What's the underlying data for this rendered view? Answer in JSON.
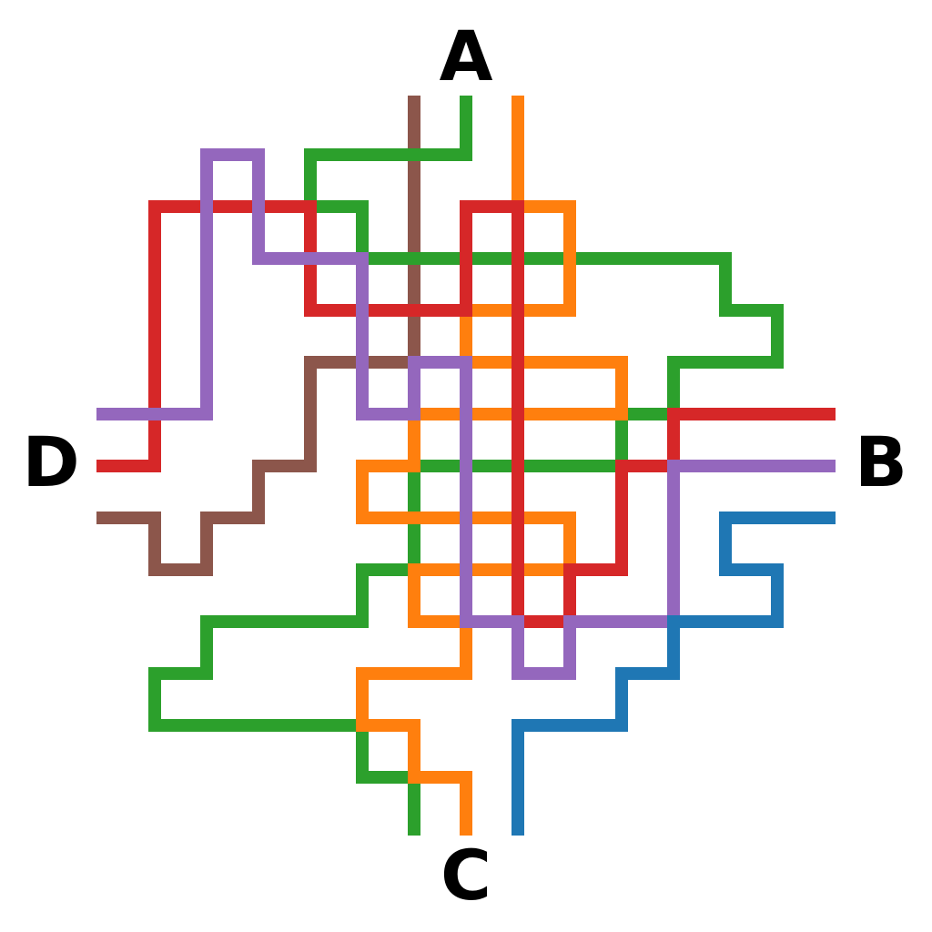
{
  "terminals": {
    "top": "A",
    "right": "B",
    "bottom": "C",
    "left": "D"
  },
  "routes": [
    {
      "name": "green-route",
      "color": "#2ca02c"
    },
    {
      "name": "orange-route",
      "color": "#ff7f0e"
    },
    {
      "name": "red-route",
      "color": "#d62728"
    },
    {
      "name": "purple-route",
      "color": "#9467bd"
    },
    {
      "name": "brown-route",
      "color": "#8c564b"
    },
    {
      "name": "blue-route",
      "color": "#1f77b4"
    }
  ]
}
